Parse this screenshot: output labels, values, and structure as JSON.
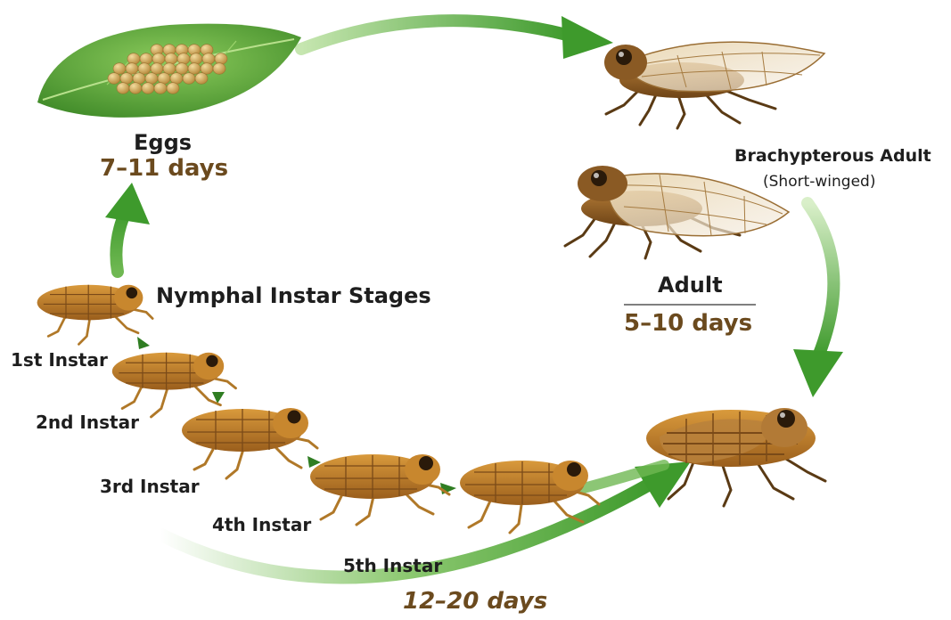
{
  "stages": {
    "eggs": {
      "label": "Eggs",
      "duration": "7–11 days"
    },
    "nymphal": {
      "label": "Nymphal Instar Stages"
    },
    "brachypterous": {
      "label": "Brachypterous Adult",
      "note": "(Short-winged)"
    },
    "adult": {
      "label": "Adult",
      "duration": "5–10 days"
    },
    "nymph_duration": "12–20 days"
  },
  "instars": [
    "1st Instar",
    "2nd Instar",
    "3rd Instar",
    "4th Instar",
    "5th Instar"
  ],
  "colors": {
    "arrow_green": "#3e9a2c",
    "arrow_light": "#a8d68c",
    "duration_brown": "#6b4a1e",
    "leaf_green": "#5aa63a",
    "egg": "#d8b46a",
    "nymph_body": "#c8872e",
    "adult_body": "#8a5a24",
    "wing": "#d9c29a"
  }
}
